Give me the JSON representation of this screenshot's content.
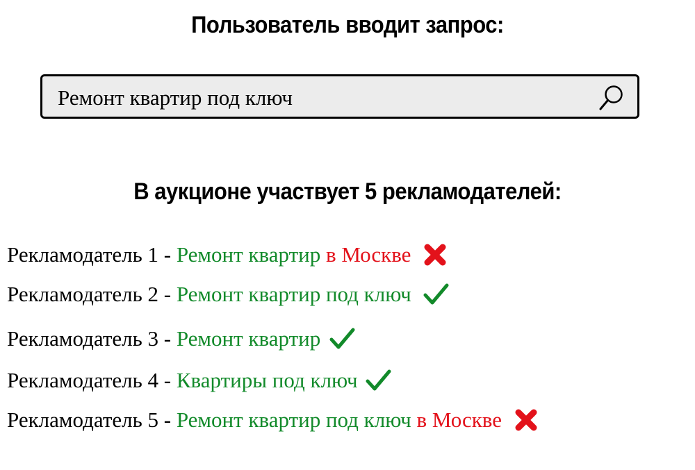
{
  "headings": {
    "query_title": "Пользователь вводит запрос:",
    "auction_title": "В аукционе участвует 5 рекламодателей:"
  },
  "search": {
    "value": "Ремонт квартир под ключ",
    "icon": "search-icon"
  },
  "colors": {
    "match": "#128a2a",
    "mismatch": "#e3121b"
  },
  "advertisers": [
    {
      "label": "Рекламодатель 1",
      "separator": " - ",
      "matched_text": "Ремонт квартир",
      "extra_text": "в Москве",
      "status": "mismatch",
      "icon": "cross-icon"
    },
    {
      "label": "Рекламодатель 2",
      "separator": " - ",
      "matched_text": "Ремонт квартир под ключ",
      "extra_text": "",
      "status": "match",
      "icon": "check-icon"
    },
    {
      "label": "Рекламодатель 3",
      "separator": " - ",
      "matched_text": "Ремонт квартир",
      "extra_text": "",
      "status": "match",
      "icon": "check-icon"
    },
    {
      "label": "Рекламодатель 4",
      "separator": " - ",
      "matched_text": "Квартиры под ключ",
      "extra_text": "",
      "status": "match",
      "icon": "check-icon"
    },
    {
      "label": "Рекламодатель 5",
      "separator": " - ",
      "matched_text": "Ремонт квартир под ключ",
      "extra_text": "в Москве",
      "status": "mismatch",
      "icon": "cross-icon"
    }
  ]
}
